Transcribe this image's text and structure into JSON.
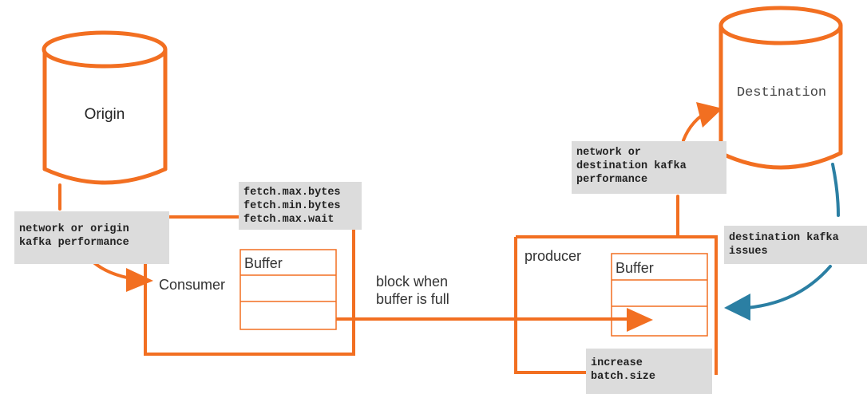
{
  "colors": {
    "accent": "#f26f21",
    "blue": "#2b7fa3",
    "note_bg": "#dcdcdc",
    "text": "#333333"
  },
  "origin": {
    "label": "Origin"
  },
  "destination": {
    "label": "Destination"
  },
  "consumer": {
    "label": "Consumer",
    "buffer_label": "Buffer"
  },
  "producer": {
    "label": "producer",
    "buffer_label": "Buffer"
  },
  "block_note": {
    "text": "block when\nbuffer is full"
  },
  "notes": {
    "origin_perf": "network or origin\nkafka performance",
    "fetch": "fetch.max.bytes\nfetch.min.bytes\nfetch.max.wait",
    "dest_perf": "network or\ndestination kafka\nperformance",
    "dest_issues": "destination kafka\nissues",
    "batch": "increase\nbatch.size"
  }
}
